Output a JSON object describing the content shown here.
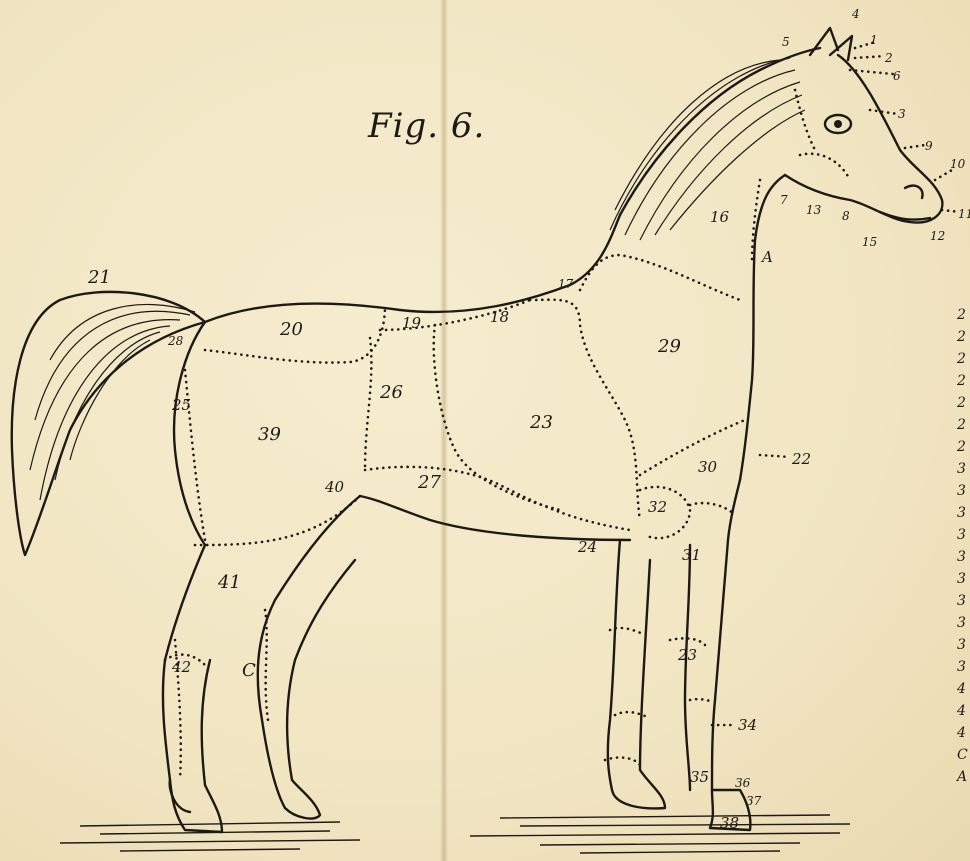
{
  "figure": {
    "title": "Fig. 6.",
    "labels": {
      "l1": "1",
      "l2": "2",
      "l3": "3",
      "l4": "4",
      "l5": "5",
      "l6": "6",
      "l7": "7",
      "l8": "8",
      "l9": "9",
      "l10": "10",
      "l11": "11",
      "l12": "12",
      "l13": "13",
      "l15": "15",
      "l16": "16",
      "l17": "17",
      "l18": "18",
      "l19": "19",
      "l20": "20",
      "l21": "21",
      "l22": "22",
      "l23a": "23",
      "l23b": "23",
      "l24": "24",
      "l25": "25",
      "l26": "26",
      "l27": "27",
      "l28": "28",
      "l29": "29",
      "l30": "30",
      "l31": "31",
      "l32": "32",
      "l34": "34",
      "l35": "35",
      "l36": "36",
      "l37": "37",
      "l38": "38",
      "l39": "39",
      "l40": "40",
      "l41": "41",
      "l42": "42",
      "lC": "C",
      "lA": "A"
    },
    "legend_fragments": [
      "2",
      "2",
      "2",
      "2",
      "2",
      "2",
      "2",
      "3",
      "3",
      "3",
      "3",
      "3",
      "3",
      "3",
      "3",
      "3",
      "3",
      "4",
      "4",
      "4",
      "C",
      "A"
    ]
  }
}
